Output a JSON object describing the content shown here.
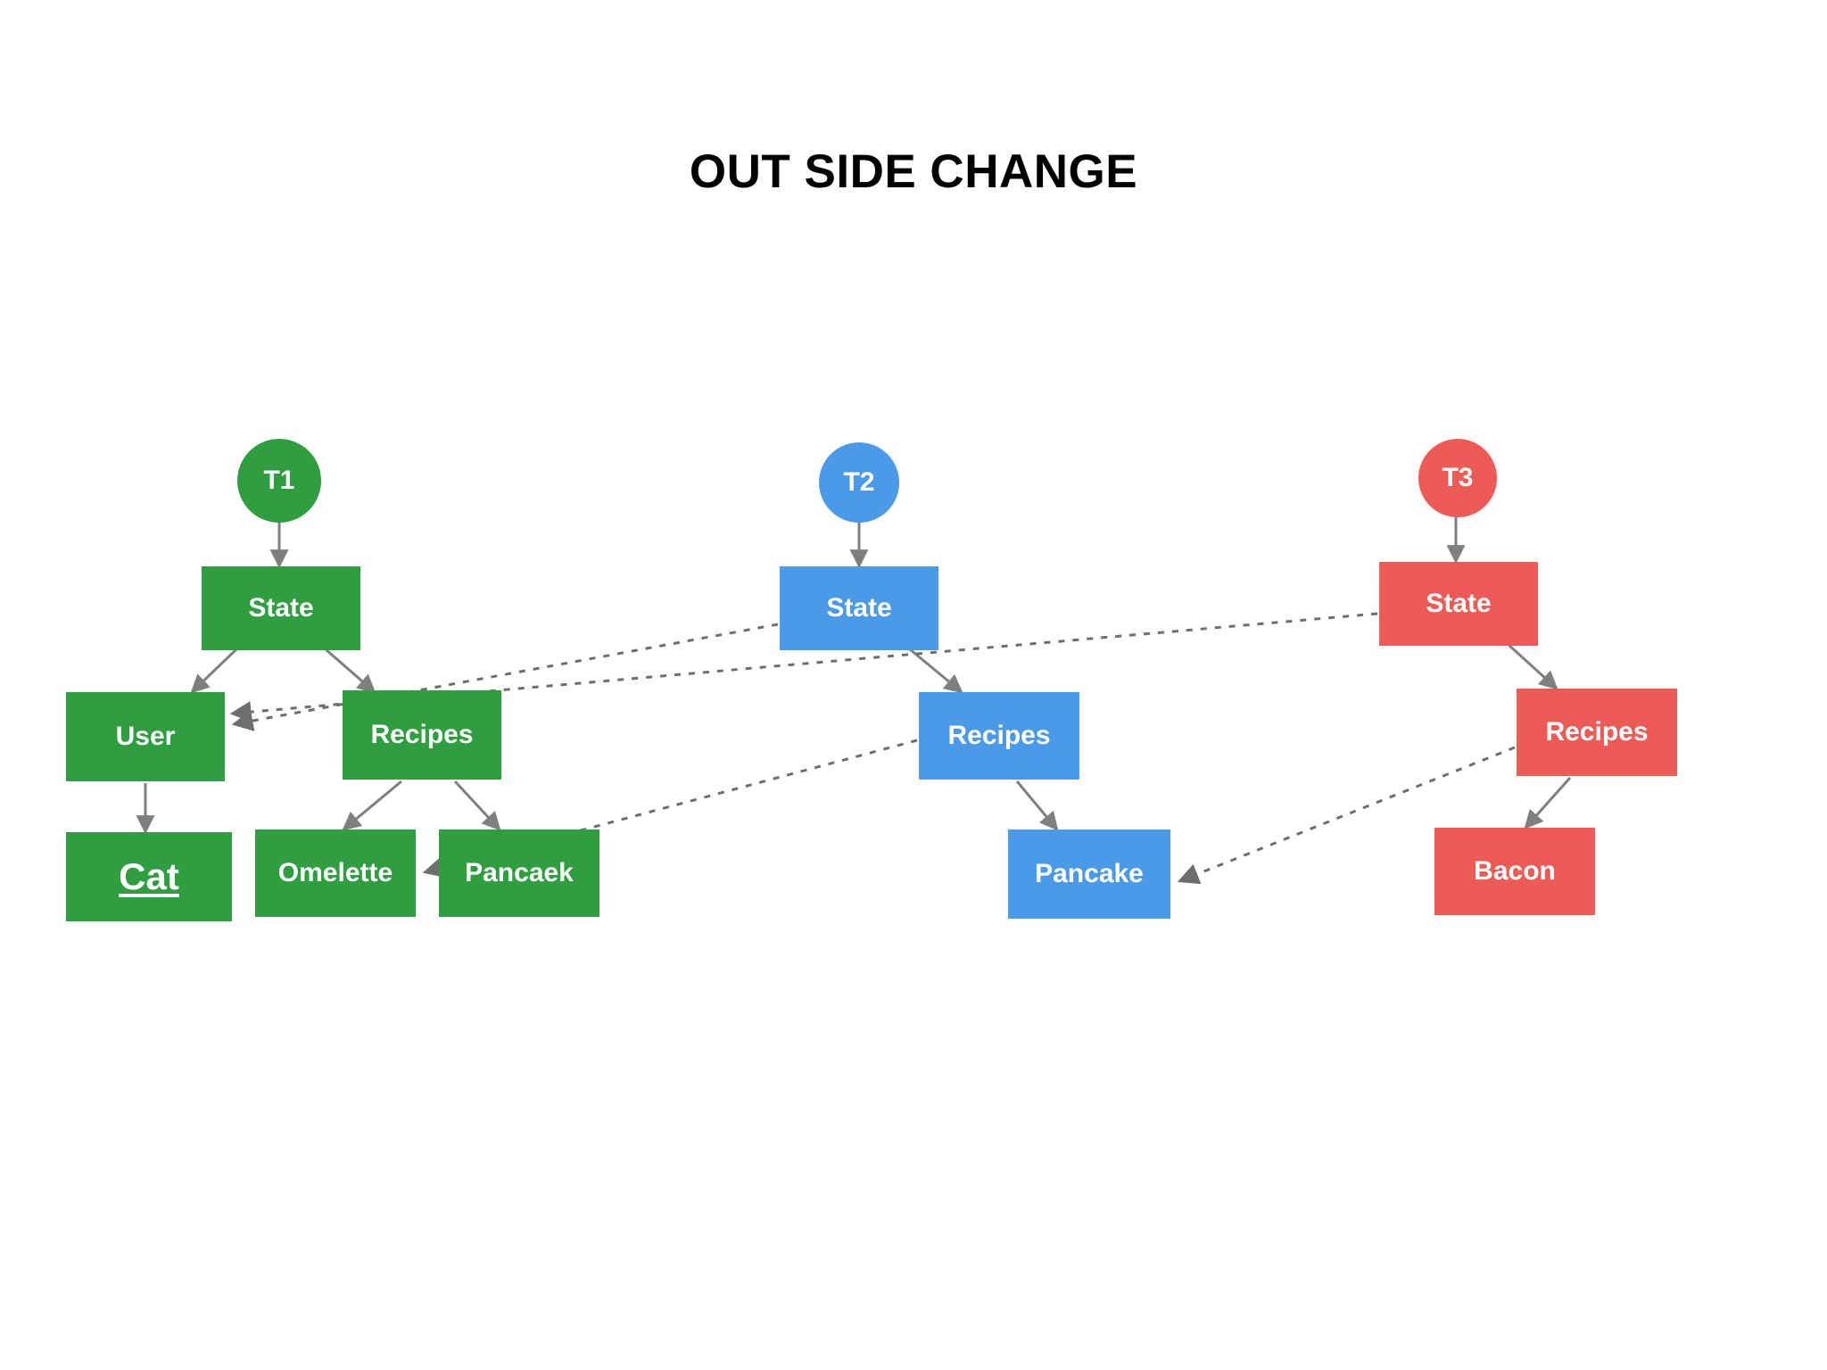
{
  "page": {
    "title": "OUT SIDE CHANGE",
    "background": "#ffffff"
  },
  "colors": {
    "t1_green": "#2e9e40",
    "t2_blue": "#4a9ae8",
    "t3_red": "#ec5b55",
    "edge_gray": "#7f7f7f",
    "dotted_gray": "#6e6e6e",
    "title_black": "#000000",
    "node_text": "#ffffff"
  },
  "trees": [
    {
      "id": "t1",
      "color_key": "t1_green",
      "root": {
        "label": "T1",
        "shape": "circle"
      },
      "nodes": [
        {
          "id": "t1-state",
          "label": "State"
        },
        {
          "id": "t1-user",
          "label": "User"
        },
        {
          "id": "t1-recipes",
          "label": "Recipes"
        },
        {
          "id": "t1-cat",
          "label": "Cat",
          "emphasis": true
        },
        {
          "id": "t1-omelette",
          "label": "Omelette"
        },
        {
          "id": "t1-pancaek",
          "label": "Pancaek"
        }
      ]
    },
    {
      "id": "t2",
      "color_key": "t2_blue",
      "root": {
        "label": "T2",
        "shape": "circle"
      },
      "nodes": [
        {
          "id": "t2-state",
          "label": "State"
        },
        {
          "id": "t2-recipes",
          "label": "Recipes"
        },
        {
          "id": "t2-pancake",
          "label": "Pancake"
        }
      ]
    },
    {
      "id": "t3",
      "color_key": "t3_red",
      "root": {
        "label": "T3",
        "shape": "circle"
      },
      "nodes": [
        {
          "id": "t3-state",
          "label": "State"
        },
        {
          "id": "t3-recipes",
          "label": "Recipes"
        },
        {
          "id": "t3-bacon",
          "label": "Bacon"
        }
      ]
    }
  ],
  "edges_solid": [
    {
      "from": "t1-root",
      "to": "t1-state"
    },
    {
      "from": "t1-state",
      "to": "t1-user"
    },
    {
      "from": "t1-state",
      "to": "t1-recipes"
    },
    {
      "from": "t1-user",
      "to": "t1-cat"
    },
    {
      "from": "t1-recipes",
      "to": "t1-omelette"
    },
    {
      "from": "t1-recipes",
      "to": "t1-pancaek"
    },
    {
      "from": "t2-root",
      "to": "t2-state"
    },
    {
      "from": "t2-state",
      "to": "t2-recipes"
    },
    {
      "from": "t2-recipes",
      "to": "t2-pancake"
    },
    {
      "from": "t3-root",
      "to": "t3-state"
    },
    {
      "from": "t3-state",
      "to": "t3-recipes"
    },
    {
      "from": "t3-recipes",
      "to": "t3-bacon"
    }
  ],
  "edges_dotted": [
    {
      "from": "t2-state",
      "to": "t1-user"
    },
    {
      "from": "t3-state",
      "to": "t1-user"
    },
    {
      "from": "t2-recipes",
      "to": "t1-omelette"
    },
    {
      "from": "t3-recipes",
      "to": "t2-pancake"
    }
  ]
}
